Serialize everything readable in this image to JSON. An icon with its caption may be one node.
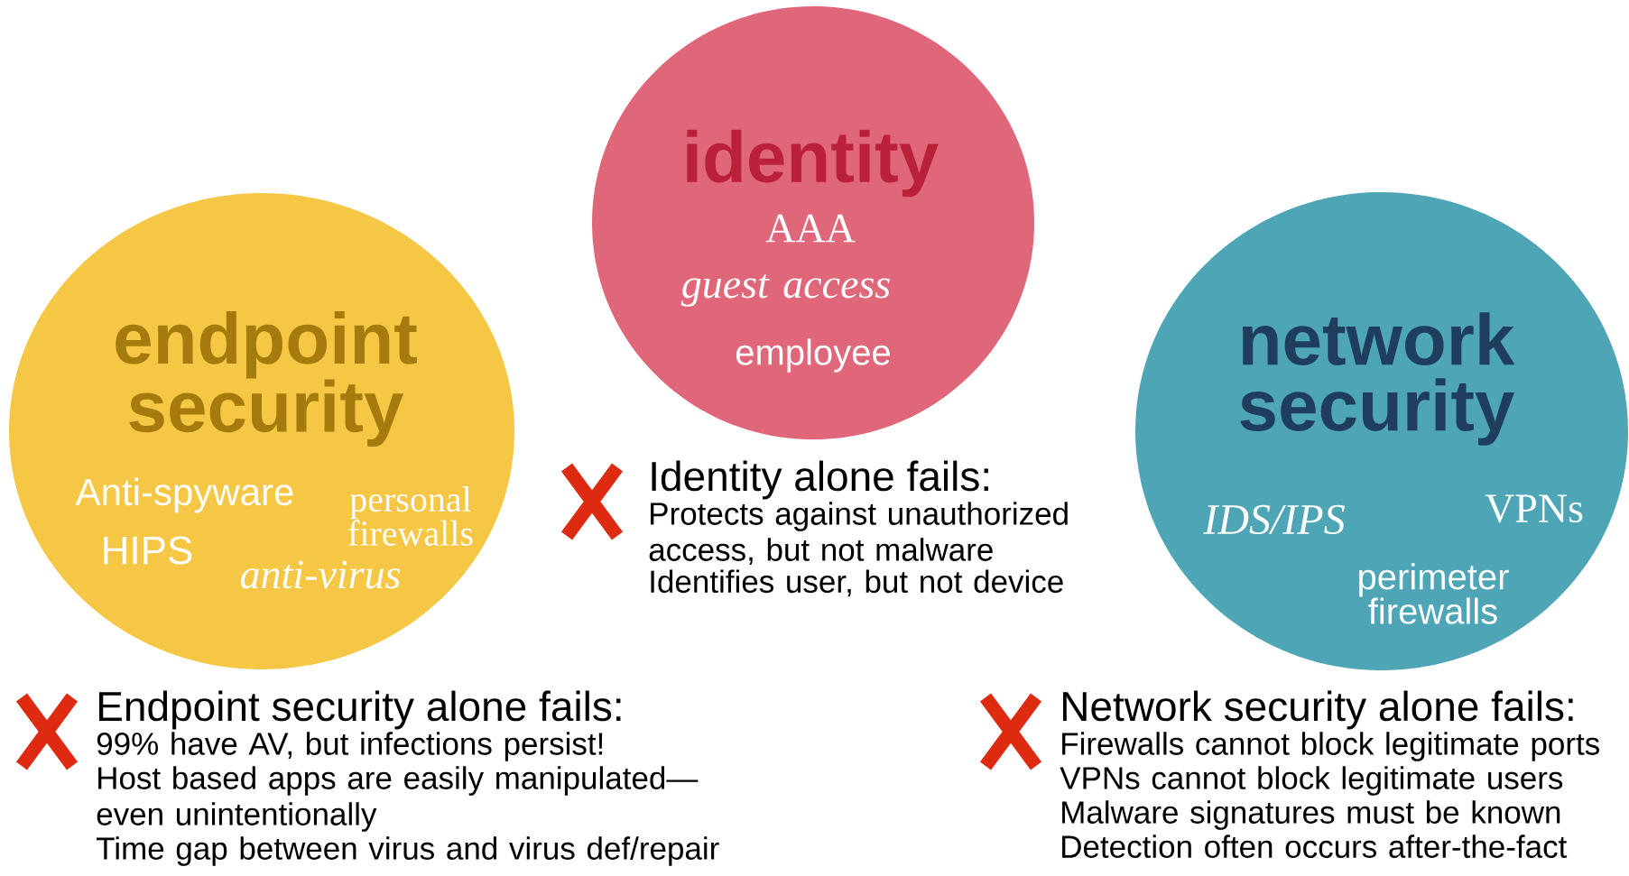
{
  "diagram": {
    "nodes": [
      {
        "text": [
          "endpoint security",
          "Anti-spyware",
          "personal firewalls",
          "HIPS",
          "anti-virus"
        ],
        "beside": [
          "Endpoint security alone fails:",
          "99% have AV, but infections persist!",
          "Host based apps are easily manipulated— even unintentionally",
          "Time gap between virus and virus def/repair"
        ]
      },
      {
        "text": [
          "identity",
          "AAA",
          "guest access",
          "employee"
        ],
        "beside": [
          "Identity alone fails:",
          "Protects against unauthorized access, but not malware",
          "Identifies user, but not device"
        ]
      },
      {
        "text": [
          "network security",
          "IDS/IPS",
          "VPNs",
          "perimeter firewalls"
        ],
        "beside": [
          "Network security alone fails:",
          "Firewalls cannot block legitimate ports",
          "VPNs cannot block legitimate users",
          "Malware signatures must be known",
          "Detection often occurs after-the-fact"
        ]
      }
    ]
  }
}
